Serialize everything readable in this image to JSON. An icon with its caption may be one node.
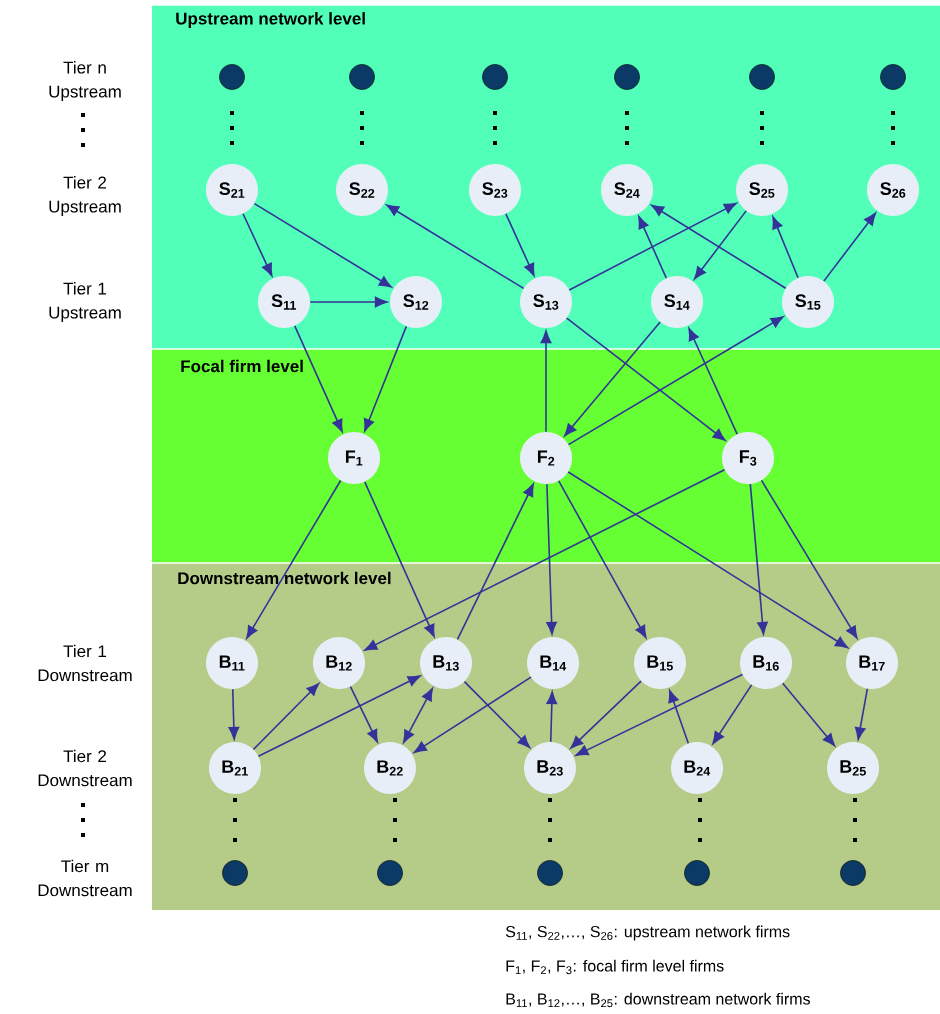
{
  "diagram": {
    "nodes": [
      {
        "text": [
          "Upstream network level"
        ]
      },
      {
        "text": [
          "Focal firm level"
        ]
      },
      {
        "text": [
          "Downstream network level"
        ]
      },
      {
        "text": [],
        "shape": "circle",
        "in": 0
      },
      {
        "text": [],
        "shape": "circle",
        "in": 0
      },
      {
        "text": [],
        "shape": "circle",
        "in": 0
      },
      {
        "text": [],
        "shape": "circle",
        "in": 0
      },
      {
        "text": [],
        "shape": "circle",
        "in": 0
      },
      {
        "text": [],
        "shape": "circle",
        "in": 0
      },
      {
        "text": [
          "S$_{21}$"
        ],
        "in": 0
      },
      {
        "text": [
          "S$_{22}$"
        ],
        "in": 0
      },
      {
        "text": [
          "S$_{23}$"
        ],
        "in": 0
      },
      {
        "text": [
          "S$_{24}$"
        ],
        "in": 0
      },
      {
        "text": [
          "S$_{25}$"
        ],
        "in": 0
      },
      {
        "text": [
          "S$_{26}$"
        ],
        "in": 0
      },
      {
        "text": [
          "S$_{11}$"
        ],
        "in": 0
      },
      {
        "text": [
          "S$_{12}$"
        ],
        "in": 0
      },
      {
        "text": [
          "S$_{13}$"
        ],
        "in": 0
      },
      {
        "text": [
          "S$_{14}$"
        ],
        "in": 0
      },
      {
        "text": [
          "S$_{15}$"
        ],
        "in": 0
      },
      {
        "text": [
          "F$_{1}$"
        ],
        "in": 1
      },
      {
        "text": [
          "F$_{2}$"
        ],
        "in": 1
      },
      {
        "text": [
          "F$_{3}$"
        ],
        "in": 1
      },
      {
        "text": [
          "B$_{11}$"
        ],
        "in": 2
      },
      {
        "text": [
          "B$_{12}$"
        ],
        "in": 2
      },
      {
        "text": [
          "B$_{13}$"
        ],
        "in": 2
      },
      {
        "text": [
          "B$_{14}$"
        ],
        "in": 2
      },
      {
        "text": [
          "B$_{15}$"
        ],
        "in": 2
      },
      {
        "text": [
          "B$_{16}$"
        ],
        "in": 2
      },
      {
        "text": [
          "B$_{17}$"
        ],
        "in": 2
      },
      {
        "text": [
          "B$_{21}$"
        ],
        "in": 2
      },
      {
        "text": [
          "B$_{22}$"
        ],
        "in": 2
      },
      {
        "text": [
          "B$_{23}$"
        ],
        "in": 2
      },
      {
        "text": [
          "B$_{24}$"
        ],
        "in": 2
      },
      {
        "text": [
          "B$_{25}$"
        ],
        "in": 2
      },
      {
        "text": [],
        "shape": "circle",
        "in": 2
      },
      {
        "text": [],
        "shape": "circle",
        "in": 2
      },
      {
        "text": [],
        "shape": "circle",
        "in": 2
      },
      {
        "text": [],
        "shape": "circle",
        "in": 2
      },
      {
        "text": [],
        "shape": "circle",
        "in": 2
      }
    ],
    "edges": [
      {
        "from": 9,
        "to": 15,
        "arrow": "to"
      },
      {
        "from": 9,
        "to": 16,
        "arrow": "to"
      },
      {
        "from": 15,
        "to": 16,
        "arrow": "to"
      },
      {
        "from": 17,
        "to": 10,
        "arrow": "to"
      },
      {
        "from": 11,
        "to": 17,
        "arrow": "to"
      },
      {
        "from": 17,
        "to": 13,
        "arrow": "to"
      },
      {
        "from": 13,
        "to": 18,
        "arrow": "to"
      },
      {
        "from": 18,
        "to": 12,
        "arrow": "to"
      },
      {
        "from": 19,
        "to": 12,
        "arrow": "to"
      },
      {
        "from": 19,
        "to": 13,
        "arrow": "to"
      },
      {
        "from": 19,
        "to": 14,
        "arrow": "to"
      },
      {
        "from": 15,
        "to": 20,
        "arrow": "to"
      },
      {
        "from": 16,
        "to": 20,
        "arrow": "to"
      },
      {
        "from": 21,
        "to": 17,
        "arrow": "to"
      },
      {
        "from": 17,
        "to": 22,
        "arrow": "to"
      },
      {
        "from": 18,
        "to": 21,
        "arrow": "to"
      },
      {
        "from": 22,
        "to": 18,
        "arrow": "to"
      },
      {
        "from": 21,
        "to": 19,
        "arrow": "to"
      },
      {
        "from": 20,
        "to": 23,
        "arrow": "to"
      },
      {
        "from": 20,
        "to": 25,
        "arrow": "to"
      },
      {
        "from": 25,
        "to": 21,
        "arrow": "to"
      },
      {
        "from": 22,
        "to": 24,
        "arrow": "to"
      },
      {
        "from": 21,
        "to": 26,
        "arrow": "to"
      },
      {
        "from": 21,
        "to": 27,
        "arrow": "to"
      },
      {
        "from": 21,
        "to": 29,
        "arrow": "to"
      },
      {
        "from": 22,
        "to": 28,
        "arrow": "to"
      },
      {
        "from": 22,
        "to": 29,
        "arrow": "to"
      },
      {
        "from": 23,
        "to": 30,
        "arrow": "to"
      },
      {
        "from": 30,
        "to": 24,
        "arrow": "to"
      },
      {
        "from": 30,
        "to": 25,
        "arrow": "to"
      },
      {
        "from": 24,
        "to": 31,
        "arrow": "to"
      },
      {
        "from": 31,
        "to": 25,
        "arrow": "both"
      },
      {
        "from": 26,
        "to": 31,
        "arrow": "to"
      },
      {
        "from": 25,
        "to": 32,
        "arrow": "to"
      },
      {
        "from": 32,
        "to": 26,
        "arrow": "to"
      },
      {
        "from": 27,
        "to": 32,
        "arrow": "to"
      },
      {
        "from": 28,
        "to": 32,
        "arrow": "to"
      },
      {
        "from": 33,
        "to": 27,
        "arrow": "to"
      },
      {
        "from": 28,
        "to": 33,
        "arrow": "to"
      },
      {
        "from": 28,
        "to": 34,
        "arrow": "to"
      },
      {
        "from": 29,
        "to": 34,
        "arrow": "to"
      }
    ],
    "labels": [
      "Tier n Upstream",
      "Tier 2 Upstream",
      "Tier 1 Upstream",
      "Tier 1 Downstream",
      "Tier 2 Downstream",
      "Tier m Downstream",
      "S$_{11}$, S$_{22}$,…, S$_{26}$: upstream network firms",
      "F$_{1}$, F$_{2}$, F$_{3}$: focal firm level firms",
      "B$_{11}$, B$_{12}$,…, B$_{25}$: downstream network firms"
    ]
  }
}
